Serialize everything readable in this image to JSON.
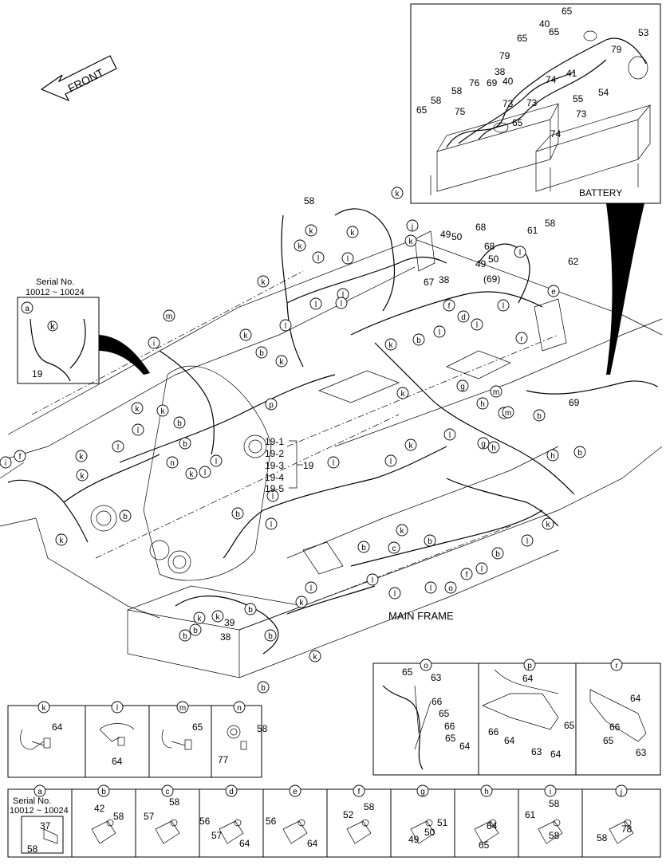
{
  "front_label": "FRONT",
  "inset_battery": {
    "title": "BATTERY",
    "callouts": [
      "65",
      "40",
      "65",
      "53",
      "65",
      "79",
      "79",
      "38",
      "40",
      "74",
      "41",
      "54",
      "58",
      "76",
      "69",
      "73",
      "55",
      "65",
      "58",
      "75",
      "73",
      "65",
      "74",
      "73"
    ]
  },
  "main_frame_label": "MAIN FRAME",
  "serial_inset_top": {
    "title": "Serial No.",
    "range": "10012 ~ 10024",
    "callouts": [
      "a",
      "k",
      "19"
    ]
  },
  "group_19": [
    "19-1",
    "19-2",
    "19-3",
    "19-4",
    "19-5"
  ],
  "group_19_total": "19",
  "main_callouts": [
    "58",
    "49",
    "50",
    "68",
    "61",
    "58",
    "68",
    "62",
    "49",
    "50",
    "67",
    "38",
    "(69)",
    "69",
    "39",
    "38"
  ],
  "detail_panels_mid": [
    {
      "letter": "k",
      "parts": [
        "64"
      ]
    },
    {
      "letter": "l",
      "parts": [
        "64"
      ]
    },
    {
      "letter": "m",
      "parts": [
        "65"
      ]
    },
    {
      "letter": "n",
      "parts": [
        "58",
        "77"
      ]
    }
  ],
  "detail_panels_right": [
    {
      "letter": "o",
      "parts": [
        "65",
        "63",
        "66",
        "65",
        "66",
        "65",
        "64"
      ]
    },
    {
      "letter": "p",
      "parts": [
        "64",
        "65",
        "66",
        "64",
        "63",
        "64"
      ]
    },
    {
      "letter": "r",
      "parts": [
        "64",
        "66",
        "65",
        "63"
      ]
    }
  ],
  "detail_panels_bottom": [
    {
      "letter": "a",
      "serial_title": "Serial No.",
      "serial_range": "10012 ~ 10024",
      "parts": [
        "58",
        "37"
      ]
    },
    {
      "letter": "b",
      "parts": [
        "42",
        "58"
      ]
    },
    {
      "letter": "c",
      "parts": [
        "58",
        "57"
      ]
    },
    {
      "letter": "d",
      "parts": [
        "56",
        "57",
        "64"
      ]
    },
    {
      "letter": "e",
      "parts": [
        "56",
        "64"
      ]
    },
    {
      "letter": "f",
      "parts": [
        "52",
        "58"
      ]
    },
    {
      "letter": "g",
      "parts": [
        "51",
        "49",
        "50"
      ]
    },
    {
      "letter": "h",
      "parts": [
        "64",
        "65"
      ]
    },
    {
      "letter": "i",
      "parts": [
        "58",
        "61",
        "58"
      ]
    },
    {
      "letter": "j",
      "parts": [
        "78",
        "58"
      ]
    }
  ]
}
